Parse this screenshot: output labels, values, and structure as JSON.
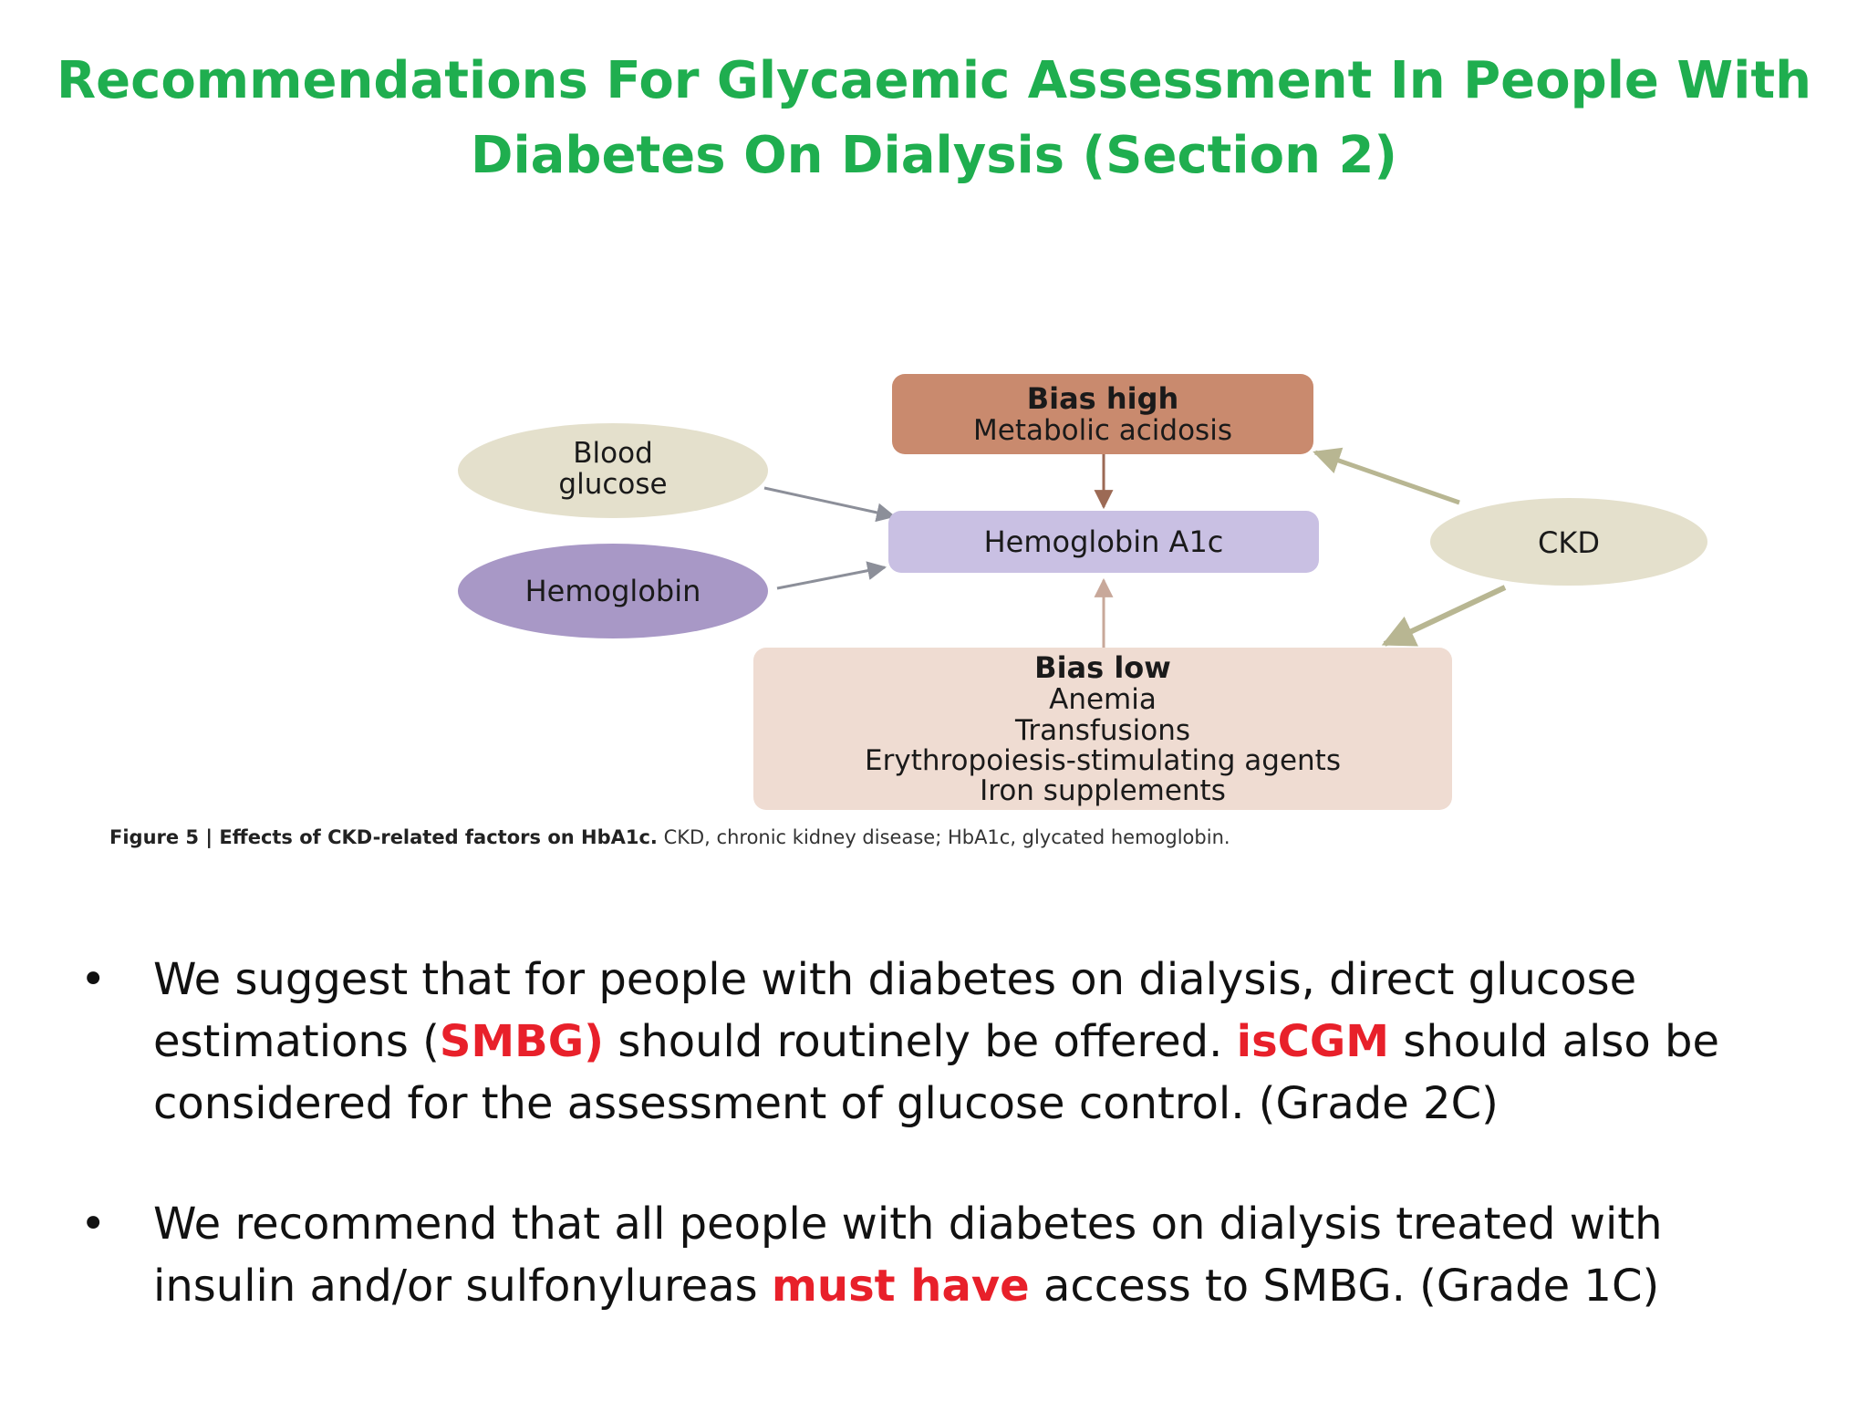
{
  "title": {
    "line1": "Recommendations For Glycaemic Assessment In People With",
    "line2": "Diabetes On Dialysis (Section 2)"
  },
  "colors": {
    "title": "#1fae4f",
    "highlight": "#e8202a",
    "bias_high_box": "#c98a6e",
    "hba1c_box": "#c9c0e3",
    "bias_low_box": "#efdcd2",
    "blood_glucose_ellipse": "#e4e0cc",
    "hemoglobin_ellipse": "#a898c6",
    "ckd_ellipse": "#e4e0cc"
  },
  "diagram": {
    "bias_high": {
      "heading": "Bias high",
      "items": [
        "Metabolic acidosis"
      ]
    },
    "blood_glucose": {
      "line1": "Blood",
      "line2": "glucose"
    },
    "hemoglobin_a1c": "Hemoglobin A1c",
    "ckd": "CKD",
    "hemoglobin": "Hemoglobin",
    "bias_low": {
      "heading": "Bias low",
      "items": [
        "Anemia",
        "Transfusions",
        "Erythropoiesis-stimulating agents",
        "Iron supplements"
      ]
    },
    "caption_bold": "Figure 5 | Effects of CKD-related factors on HbA1c.",
    "caption_text": " CKD, chronic kidney disease; HbA1c, glycated hemoglobin."
  },
  "bullets": [
    {
      "marker": "•",
      "parts": [
        {
          "text": "We suggest that for people with diabetes on dialysis, direct glucose estimations (",
          "highlight": false
        },
        {
          "text": "SMBG)",
          "highlight": true
        },
        {
          "text": " should routinely be offered. ",
          "highlight": false
        },
        {
          "text": "isCGM",
          "highlight": true
        },
        {
          "text": " should also be considered for the assessment of glucose control. (Grade 2C)",
          "highlight": false
        }
      ]
    },
    {
      "marker": "•",
      "parts": [
        {
          "text": "We recommend that all people with diabetes on dialysis treated with insulin and/or sulfonylureas ",
          "highlight": false
        },
        {
          "text": "must have",
          "highlight": true
        },
        {
          "text": " access to SMBG. (Grade 1C)",
          "highlight": false
        }
      ]
    }
  ]
}
